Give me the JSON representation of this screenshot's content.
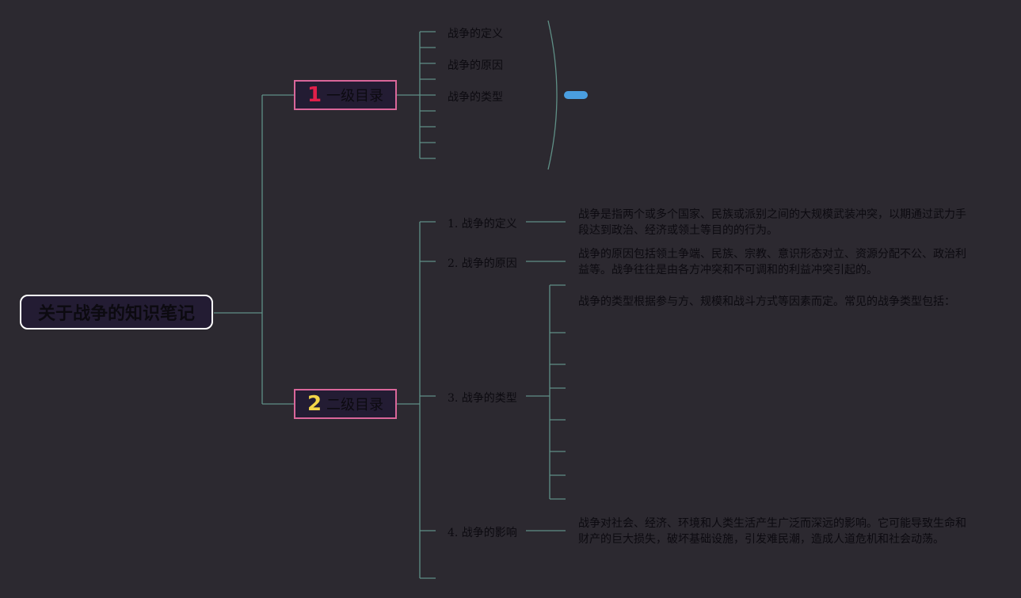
{
  "root": {
    "title": "关于战争的知识笔记"
  },
  "branch1": {
    "badge": "1",
    "badge_color": "#e0204a",
    "label": "一级目录",
    "items": [
      "战争的定义",
      "战争的原因",
      "战争的类型"
    ]
  },
  "branch2": {
    "badge": "2",
    "badge_color": "#f2d548",
    "label": "二级目录",
    "items": [
      {
        "label": "1. 战争的定义",
        "desc": "战争是指两个或多个国家、民族或派别之间的大规模武装冲突，以期通过武力手段达到政治、经济或领土等目的的行为。"
      },
      {
        "label": "2. 战争的原因",
        "desc": "战争的原因包括领土争端、民族、宗教、意识形态对立、资源分配不公、政治利益等。战争往往是由各方冲突和不可调和的利益冲突引起的。"
      },
      {
        "label": "3. 战争的类型",
        "desc": "战争的类型根据参与方、规模和战斗方式等因素而定。常见的战争类型包括："
      },
      {
        "label": "4. 战争的影响",
        "desc": "战争对社会、经济、环境和人类生活产生广泛而深远的影响。它可能导致生命和财产的巨大损失，破坏基础设施，引发难民潮，造成人道危机和社会动荡。"
      }
    ]
  },
  "colors": {
    "background": "#2c2930",
    "connector": "#5f8f86",
    "branch_border": "#d9669a",
    "node_fill": "#231c33",
    "pill": "#4a9ee0"
  }
}
